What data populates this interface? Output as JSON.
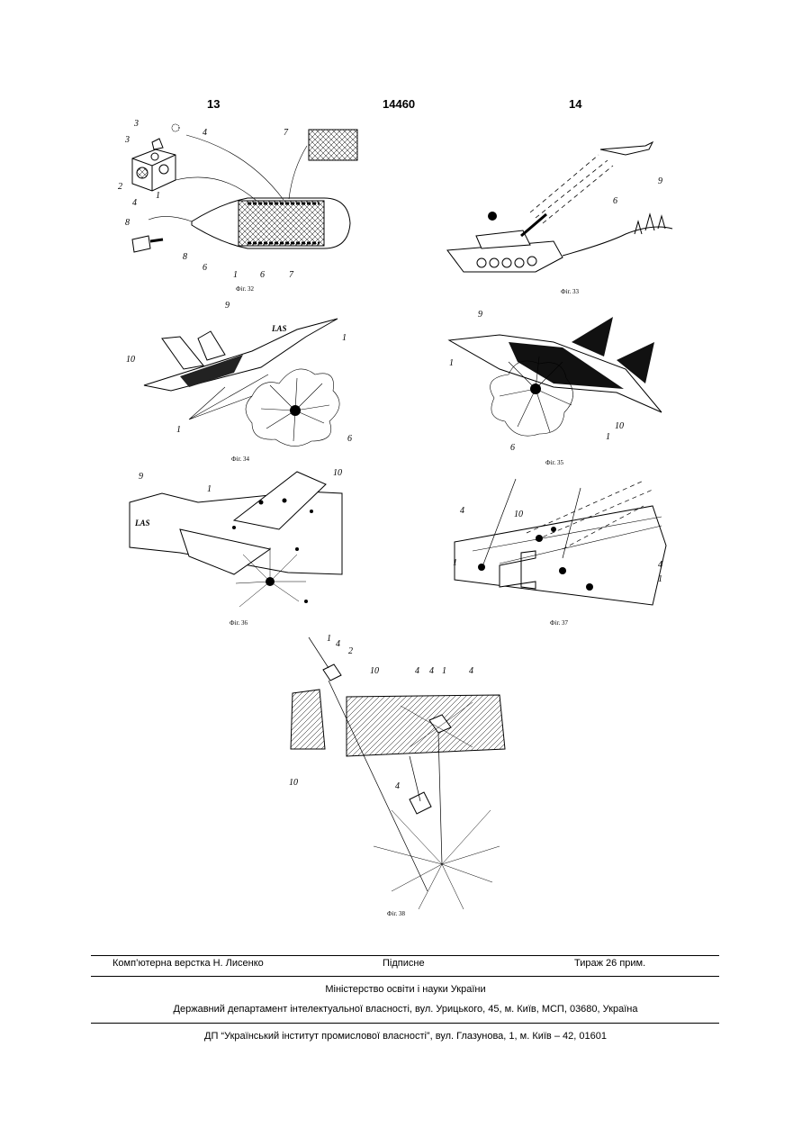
{
  "header": {
    "left_page": "13",
    "patent_number": "14460",
    "right_page": "14"
  },
  "figures": {
    "fig32": "Фіг. 32",
    "fig33": "Фіг. 33",
    "fig34": "Фіг. 34",
    "fig35": "Фіг. 35",
    "fig36": "Фіг. 36",
    "fig37": "Фіг. 37",
    "fig38": "Фіг. 38"
  },
  "footer": {
    "layout_credit": "Комп’ютерна верстка Н. Лисенко",
    "signed": "Підписне",
    "circulation": "Тираж 26 прим.",
    "ministry": "Міністерство освіти і науки України",
    "department": "Державний департамент інтелектуальної власності, вул. Урицького, 45, м. Київ, МСП, 03680, Україна",
    "institute": "ДП “Український інститут промислової власності”, вул. Глазунова, 1, м. Київ – 42, 01601"
  }
}
